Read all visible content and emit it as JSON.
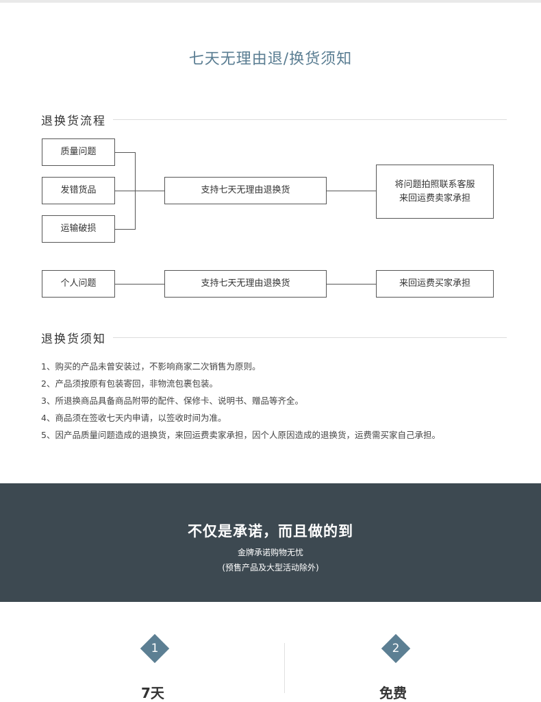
{
  "title": "七天无理由退/换货须知",
  "process": {
    "heading": "退换货流程",
    "reasons": [
      "质量问题",
      "发错货品",
      "运输破损"
    ],
    "support": "支持七天无理由退换货",
    "result_line1": "将问题拍照联系客服",
    "result_line2": "来回运费卖家承担",
    "personal": "个人问题",
    "personal_support": "支持七天无理由退换货",
    "personal_result": "来回运费买家承担"
  },
  "notes": {
    "heading": "退换货须知",
    "items": [
      "1、购买的产品未曾安装过，不影响商家二次销售为原则。",
      "2、产品须按原有包装寄回，非物流包裹包装。",
      "3、所退换商品具备商品附带的配件、保修卡、说明书、赠品等齐全。",
      "4、商品须在签收七天内申请，以签收时间为准。",
      "5、因产品质量问题造成的退换货，来回运费卖家承担，因个人原因造成的退换货，运费需买家自己承担。"
    ]
  },
  "promise": {
    "title": "不仅是承诺，而且做的到",
    "subtitle": "金牌承诺购物无忧",
    "note": "(预售产品及大型活动除外)"
  },
  "features": [
    {
      "num": "1",
      "label": "7天"
    },
    {
      "num": "2",
      "label": "免费"
    }
  ],
  "colors": {
    "accent": "#5c7f93",
    "band": "#3d4951"
  }
}
